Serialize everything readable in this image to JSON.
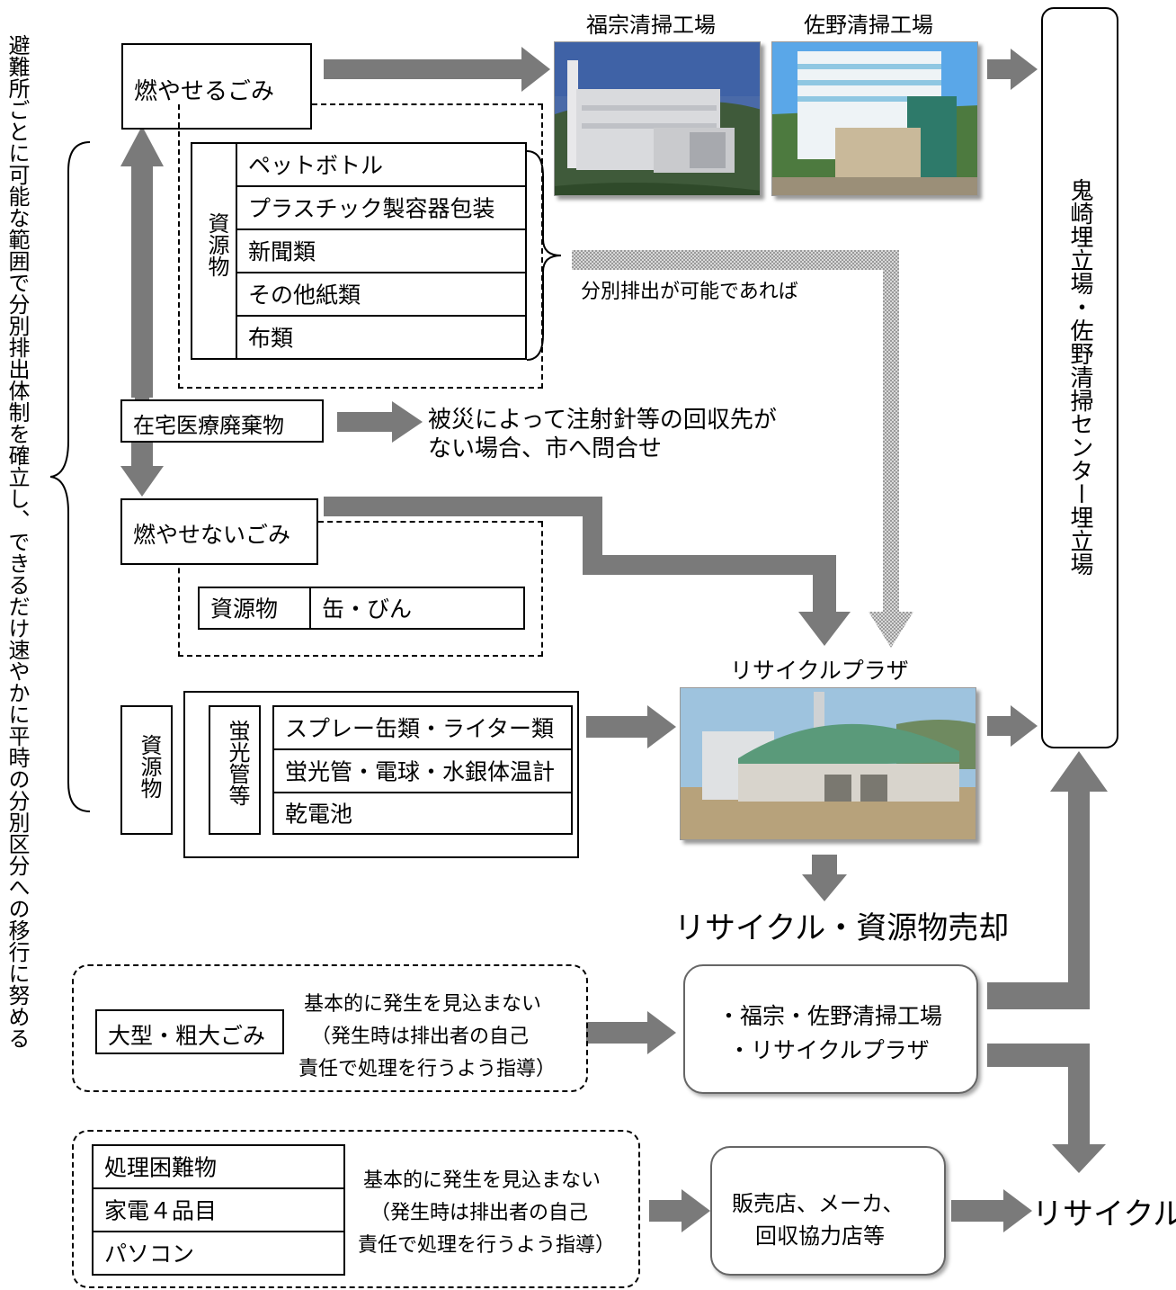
{
  "side_caption": "避難所ごとに可能な範囲で分別排出体制を確立し、できるだけ速やかに平時の分別区分への移行に努める",
  "burnable": {
    "title": "燃やせるごみ",
    "resource_label": "資源物",
    "items": [
      "ペットボトル",
      "プラスチック製容器包装",
      "新聞類",
      "その他紙類",
      "布類"
    ]
  },
  "separate_note": "分別排出が可能であれば",
  "medical": {
    "title": "在宅医療廃棄物",
    "note_line1": "被災によって注射針等の回収先が",
    "note_line2": "ない場合、市へ問合せ"
  },
  "nonburnable": {
    "title": "燃やせないごみ",
    "resource_label": "資源物",
    "resource_item": "缶・びん"
  },
  "hazardous": {
    "outer_label": "資源物",
    "group_label": "蛍光管等",
    "items": [
      "スプレー缶類・ライター類",
      "蛍光管・電球・水銀体温計",
      "乾電池"
    ]
  },
  "plants": {
    "fukumune": "福宗清掃工場",
    "sano": "佐野清掃工場"
  },
  "landfill": "鬼崎埋立場・佐野清掃センター埋立場",
  "plaza": {
    "title": "リサイクルプラザ",
    "result": "リサイクル・資源物売却"
  },
  "bulky": {
    "label": "大型・粗大ごみ",
    "note_line1": "基本的に発生を見込まない",
    "note_line2": "（発生時は排出者の自己",
    "note_line3": "責任で処理を行うよう指導）"
  },
  "facilities": {
    "line1": "・福宗・佐野清掃工場",
    "line2": "・リサイクルプラザ"
  },
  "difficult": {
    "items": [
      "処理困難物",
      "家電４品目",
      "パソコン"
    ],
    "note_line1": "基本的に発生を見込まない",
    "note_line2": "（発生時は排出者の自己",
    "note_line3": "責任で処理を行うよう指導）"
  },
  "retail": {
    "line1": "販売店、メーカ、",
    "line2": "回収協力店等"
  },
  "recycle_final": "リサイクル"
}
